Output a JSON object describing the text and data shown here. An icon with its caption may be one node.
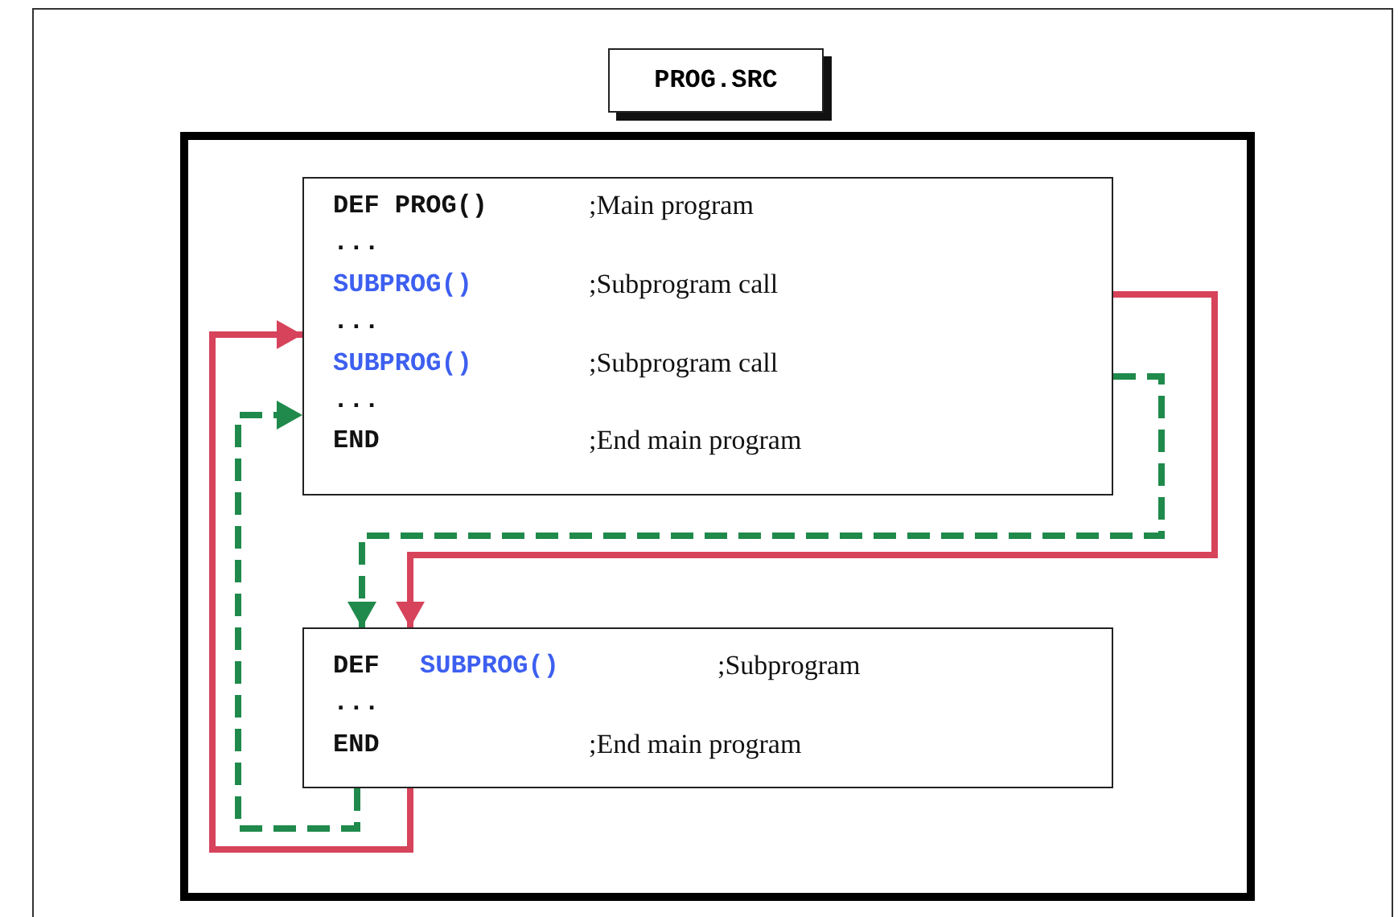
{
  "diagram": {
    "nodes": [
      {
        "text": [
          "PROG.SRC"
        ]
      },
      {
        "text": [
          "DEF PROG()",
          ";Main program",
          "...",
          "SUBPROG()",
          ";Subprogram call",
          "...",
          "SUBPROG()",
          ";Subprogram call",
          "...",
          "END",
          ";End main program"
        ],
        "in": 0
      },
      {
        "text": [
          "DEF",
          "SUBPROG()",
          ";Subprogram",
          "...",
          "END",
          ";End main program"
        ],
        "in": 0
      }
    ],
    "edges": [
      {
        "from": 1,
        "to": 2,
        "arrow": "to",
        "color": "#d6435b"
      },
      {
        "from": 1,
        "to": 2,
        "arrow": "to",
        "style": "dashed",
        "color": "#1f8a4b"
      },
      {
        "from": 2,
        "to": 1,
        "arrow": "to",
        "color": "#d6435b"
      },
      {
        "from": 2,
        "to": 1,
        "arrow": "to",
        "style": "dashed",
        "color": "#1f8a4b"
      }
    ]
  }
}
